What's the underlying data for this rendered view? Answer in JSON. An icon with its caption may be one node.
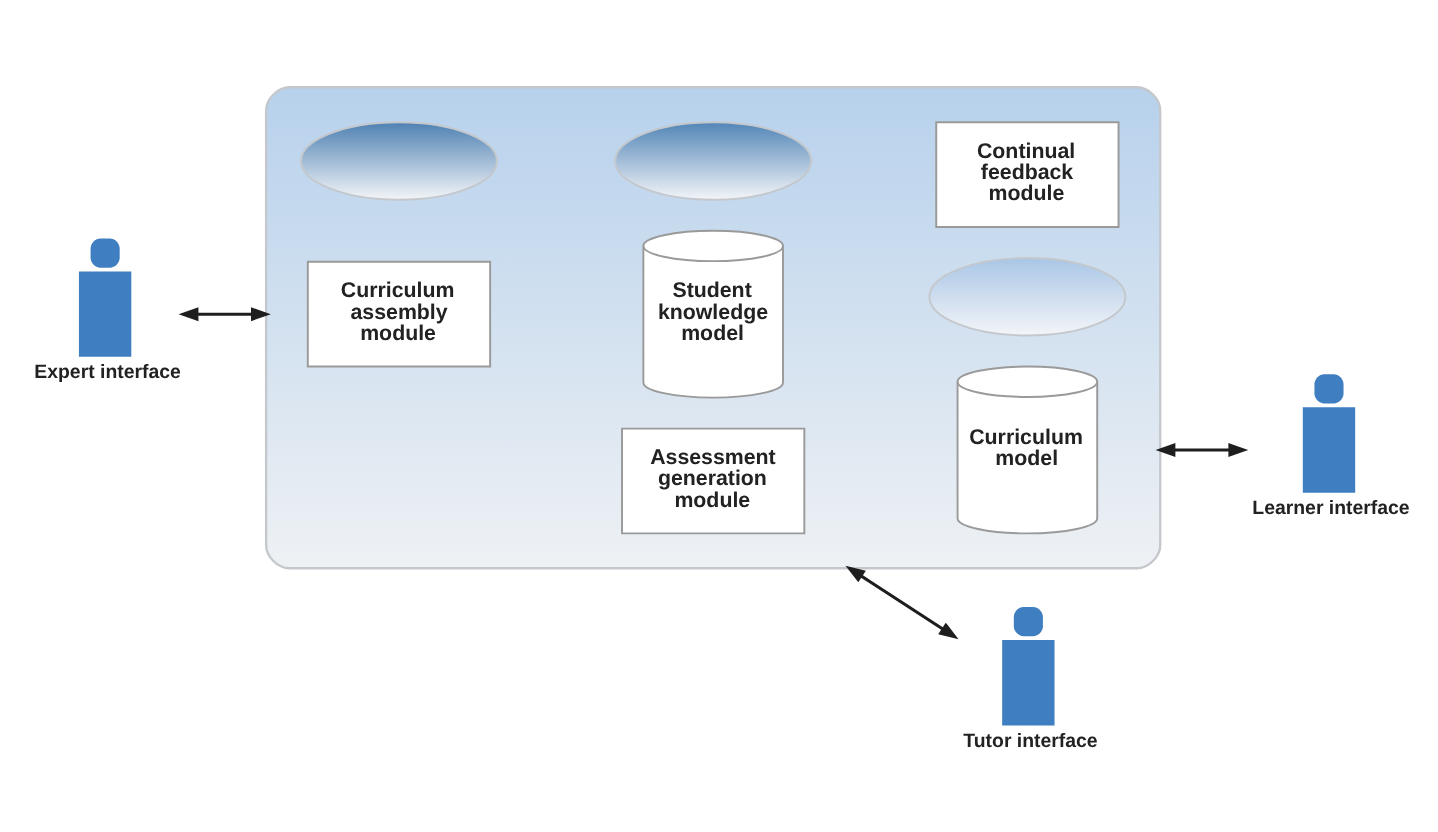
{
  "diagram": {
    "nodes": [
      {
        "text": [
          "Expert interface"
        ]
      },
      {
        "text": [],
        "shape": "cloud"
      },
      {
        "text": [
          "Continual feedback module"
        ],
        "in": 1
      },
      {
        "text": [
          "Curriculum assembly module"
        ],
        "in": 1
      },
      {
        "text": [
          "Student knowledge model"
        ],
        "in": 1
      },
      {
        "text": [
          "Curriculum model"
        ],
        "in": 1
      },
      {
        "text": [
          "Assessment generation module"
        ],
        "in": 1
      },
      {
        "text": [],
        "shape": "cloud",
        "in": 1
      },
      {
        "text": [],
        "shape": "cloud",
        "in": 1
      },
      {
        "text": [],
        "shape": "cloud",
        "in": 1
      },
      {
        "text": [
          "Learner interface"
        ]
      },
      {
        "text": [
          "Tutor interface"
        ]
      }
    ],
    "edges": [
      {
        "from": 0,
        "to": 1,
        "arrow": "both"
      },
      {
        "from": 1,
        "to": 10,
        "arrow": "both"
      },
      {
        "from": 1,
        "to": 11,
        "arrow": "both"
      }
    ]
  }
}
